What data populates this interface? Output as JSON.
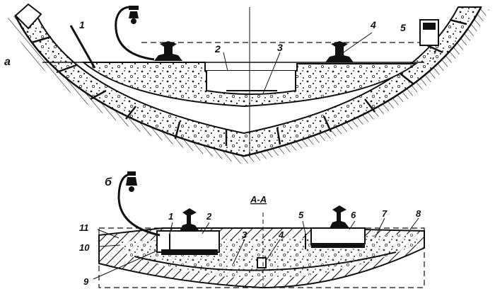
{
  "figure_a": {
    "letter": "а",
    "callouts": [
      "1",
      "2",
      "3",
      "4",
      "5"
    ]
  },
  "figure_b": {
    "letter": "б",
    "section_title": "А-А",
    "callouts": [
      "1",
      "2",
      "3",
      "4",
      "5",
      "6",
      "7",
      "8",
      "9",
      "10",
      "11"
    ]
  }
}
